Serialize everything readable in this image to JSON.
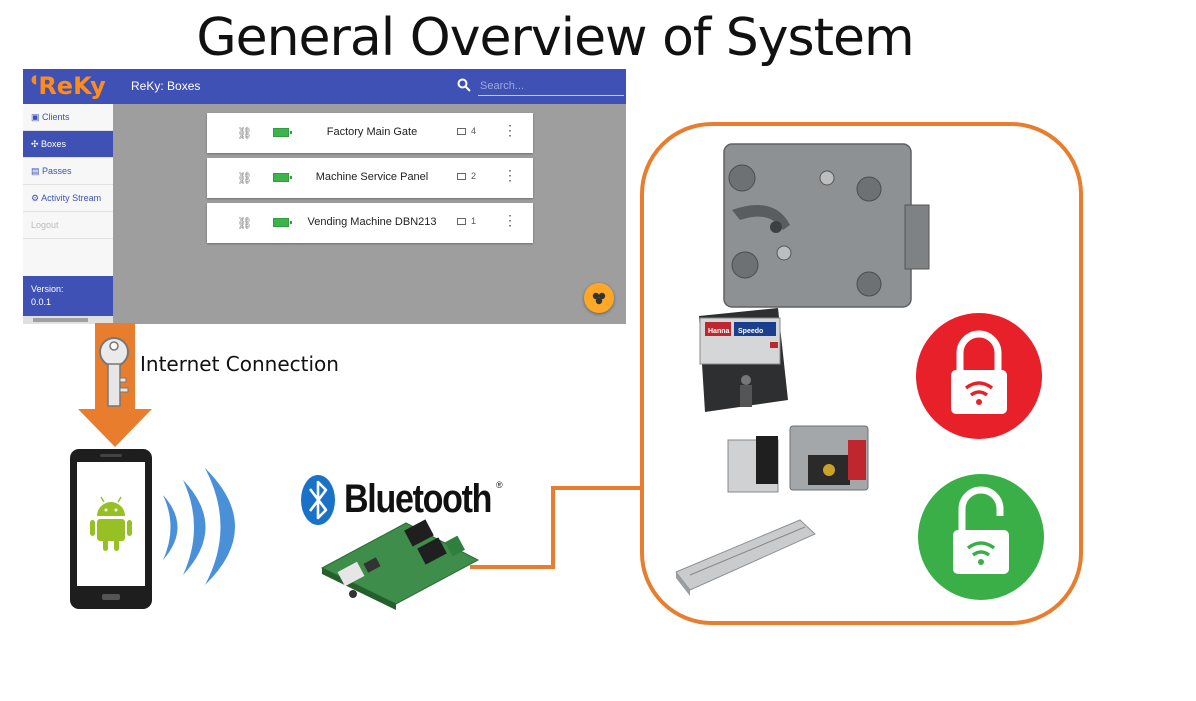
{
  "title": "General Overview of System",
  "app": {
    "logo": "ReKy",
    "title": "ReKy: Boxes",
    "search": {
      "placeholder": "Search..."
    },
    "sidebar": [
      {
        "label": "Clients",
        "icon": "clients-icon",
        "active": false
      },
      {
        "label": "Boxes",
        "icon": "boxes-icon",
        "active": true
      },
      {
        "label": "Passes",
        "icon": "passes-icon",
        "active": false
      },
      {
        "label": "Activity Stream",
        "icon": "gears-icon",
        "active": false
      },
      {
        "label": "Logout",
        "icon": "",
        "active": false
      }
    ],
    "version_label": "Version:",
    "version": "0.0.1",
    "boxes": [
      {
        "name": "Factory Main Gate",
        "passes": "4"
      },
      {
        "name": "Machine Service Panel",
        "passes": "2"
      },
      {
        "name": "Vending Machine DBN213",
        "passes": "1"
      }
    ]
  },
  "labels": {
    "internet": "Internet Connection",
    "bluetooth": "Bluetooth",
    "bluetooth_reg": "®",
    "hanna": "Hanna",
    "speedo": "Speedo"
  },
  "colors": {
    "orange": "#e87d2e",
    "indigo": "#3f51b5",
    "locked_red": "#e8202a",
    "unlocked_green": "#3aaf47",
    "bluetooth_blue": "#1a72c8",
    "signal_blue": "#4a90d9"
  }
}
